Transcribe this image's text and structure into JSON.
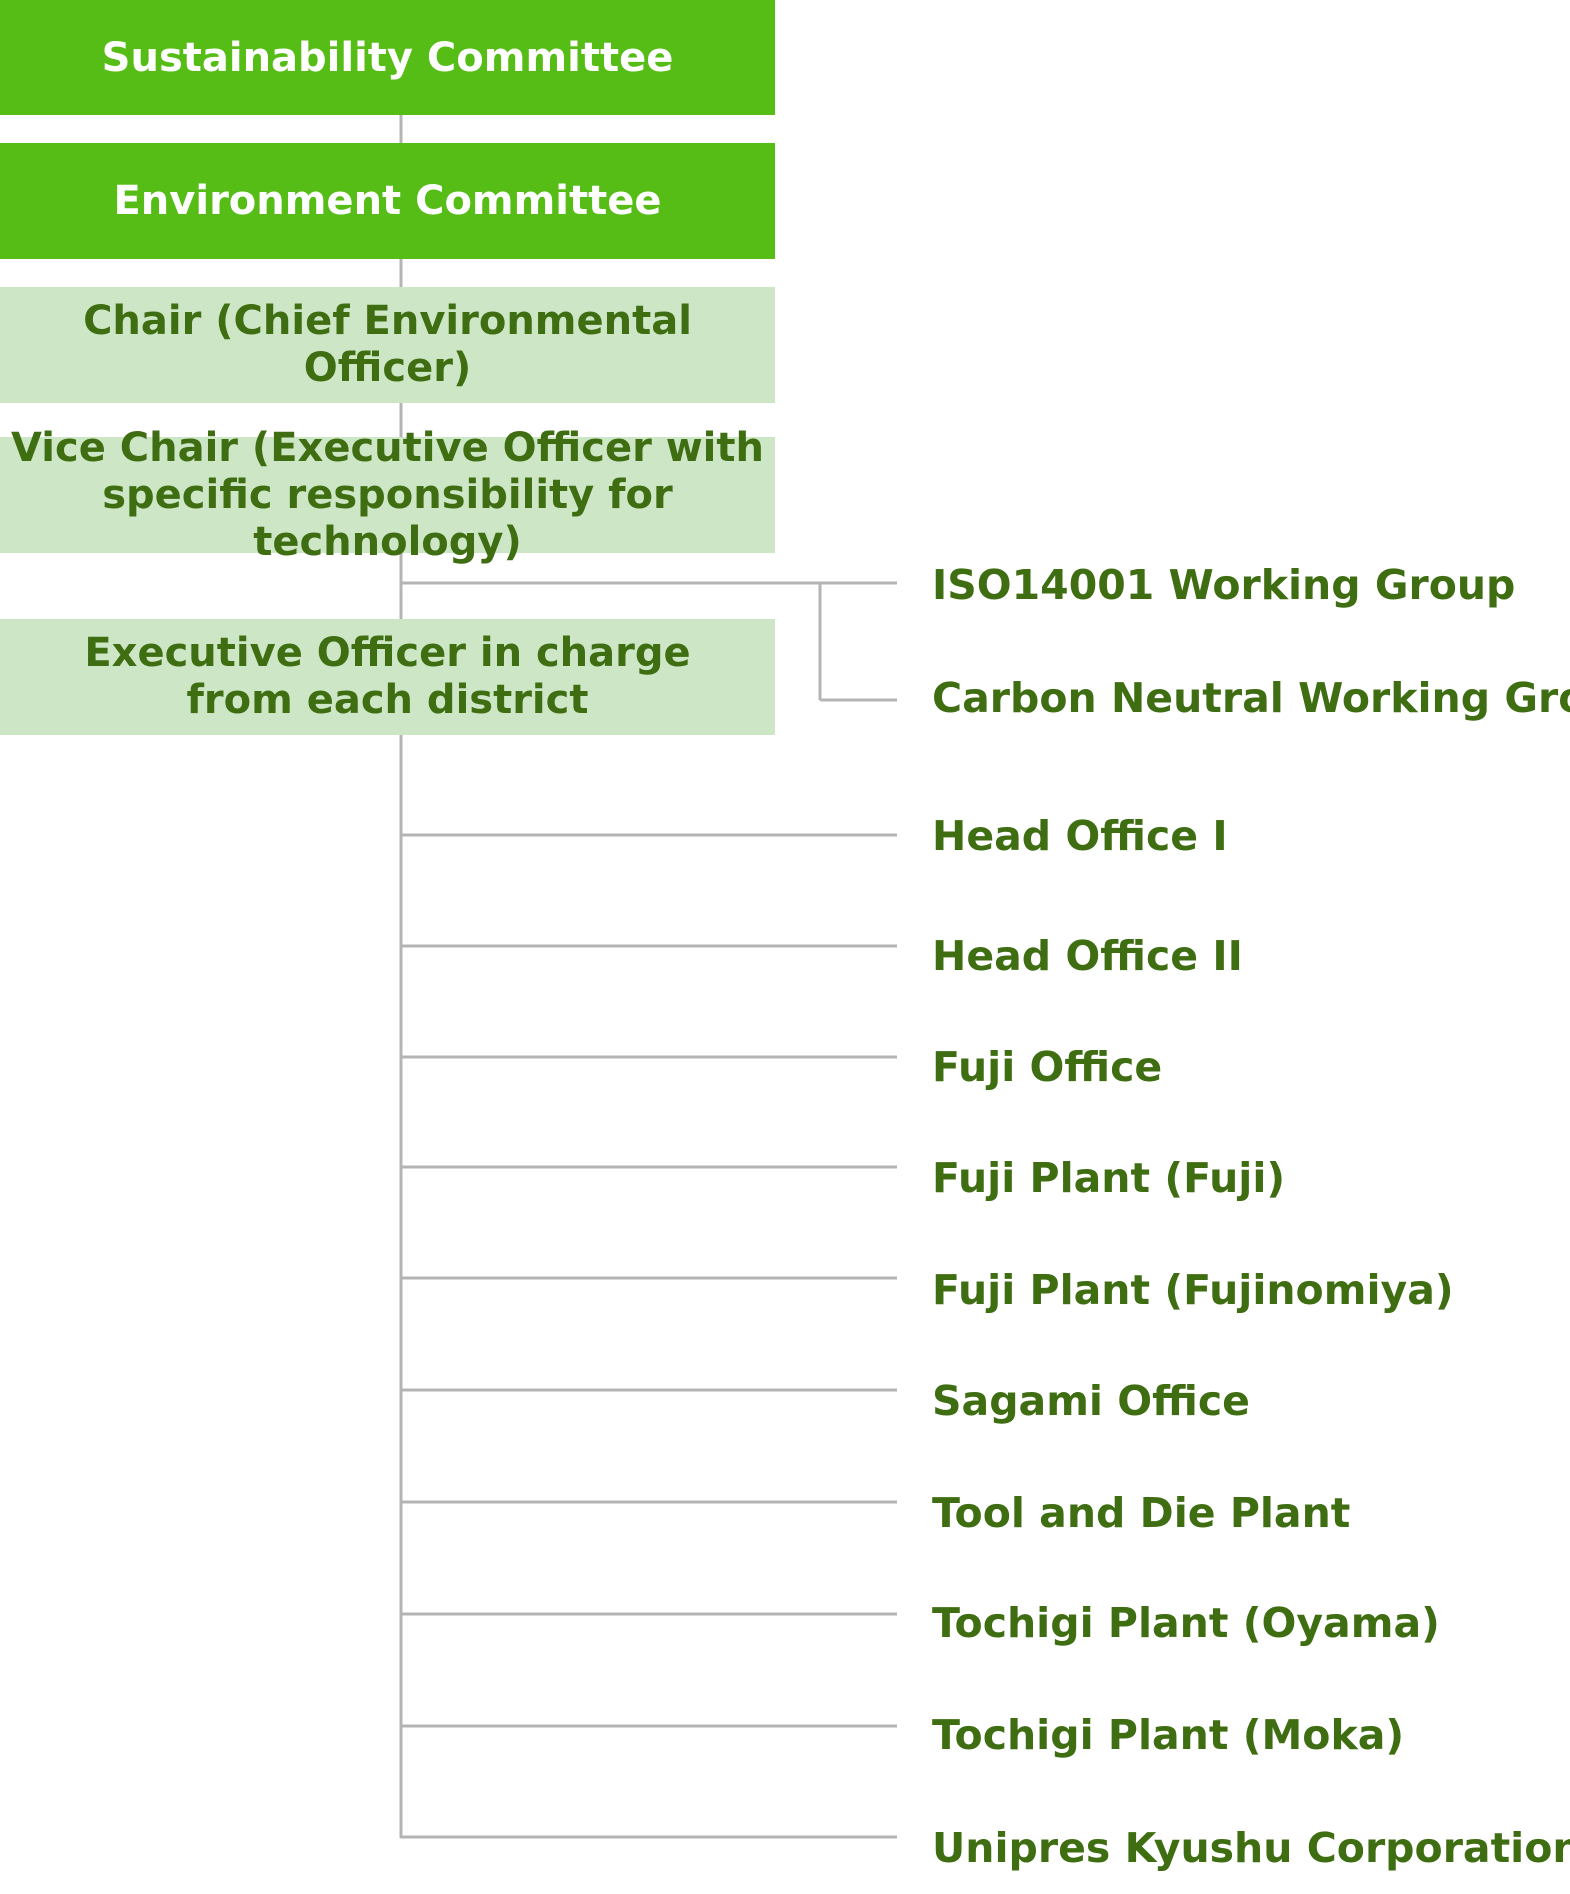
{
  "committees": {
    "sustainability": "Sustainability Committee",
    "environment": "Environment Committee"
  },
  "roles": {
    "chair": "Chair (Chief Environmental Officer)",
    "vice_chair": "Vice Chair (Executive Officer with\nspecific responsibility for technology)",
    "executive_officer": "Executive Officer in charge\nfrom each district"
  },
  "working_groups": [
    "ISO14001 Working Group",
    "Carbon Neutral Working Group"
  ],
  "districts": [
    "Head Office I",
    "Head Office II",
    "Fuji Office",
    "Fuji Plant (Fuji)",
    "Fuji Plant (Fujinomiya)",
    "Sagami Office",
    "Tool and Die Plant",
    "Tochigi Plant (Oyama)",
    "Tochigi Plant (Moka)",
    "Unipres Kyushu Corporation"
  ],
  "colors": {
    "committee_fill": "#55bd15",
    "role_fill": "#cde7c6",
    "text_green": "#3f6e12",
    "connector": "#b4b4b4"
  }
}
